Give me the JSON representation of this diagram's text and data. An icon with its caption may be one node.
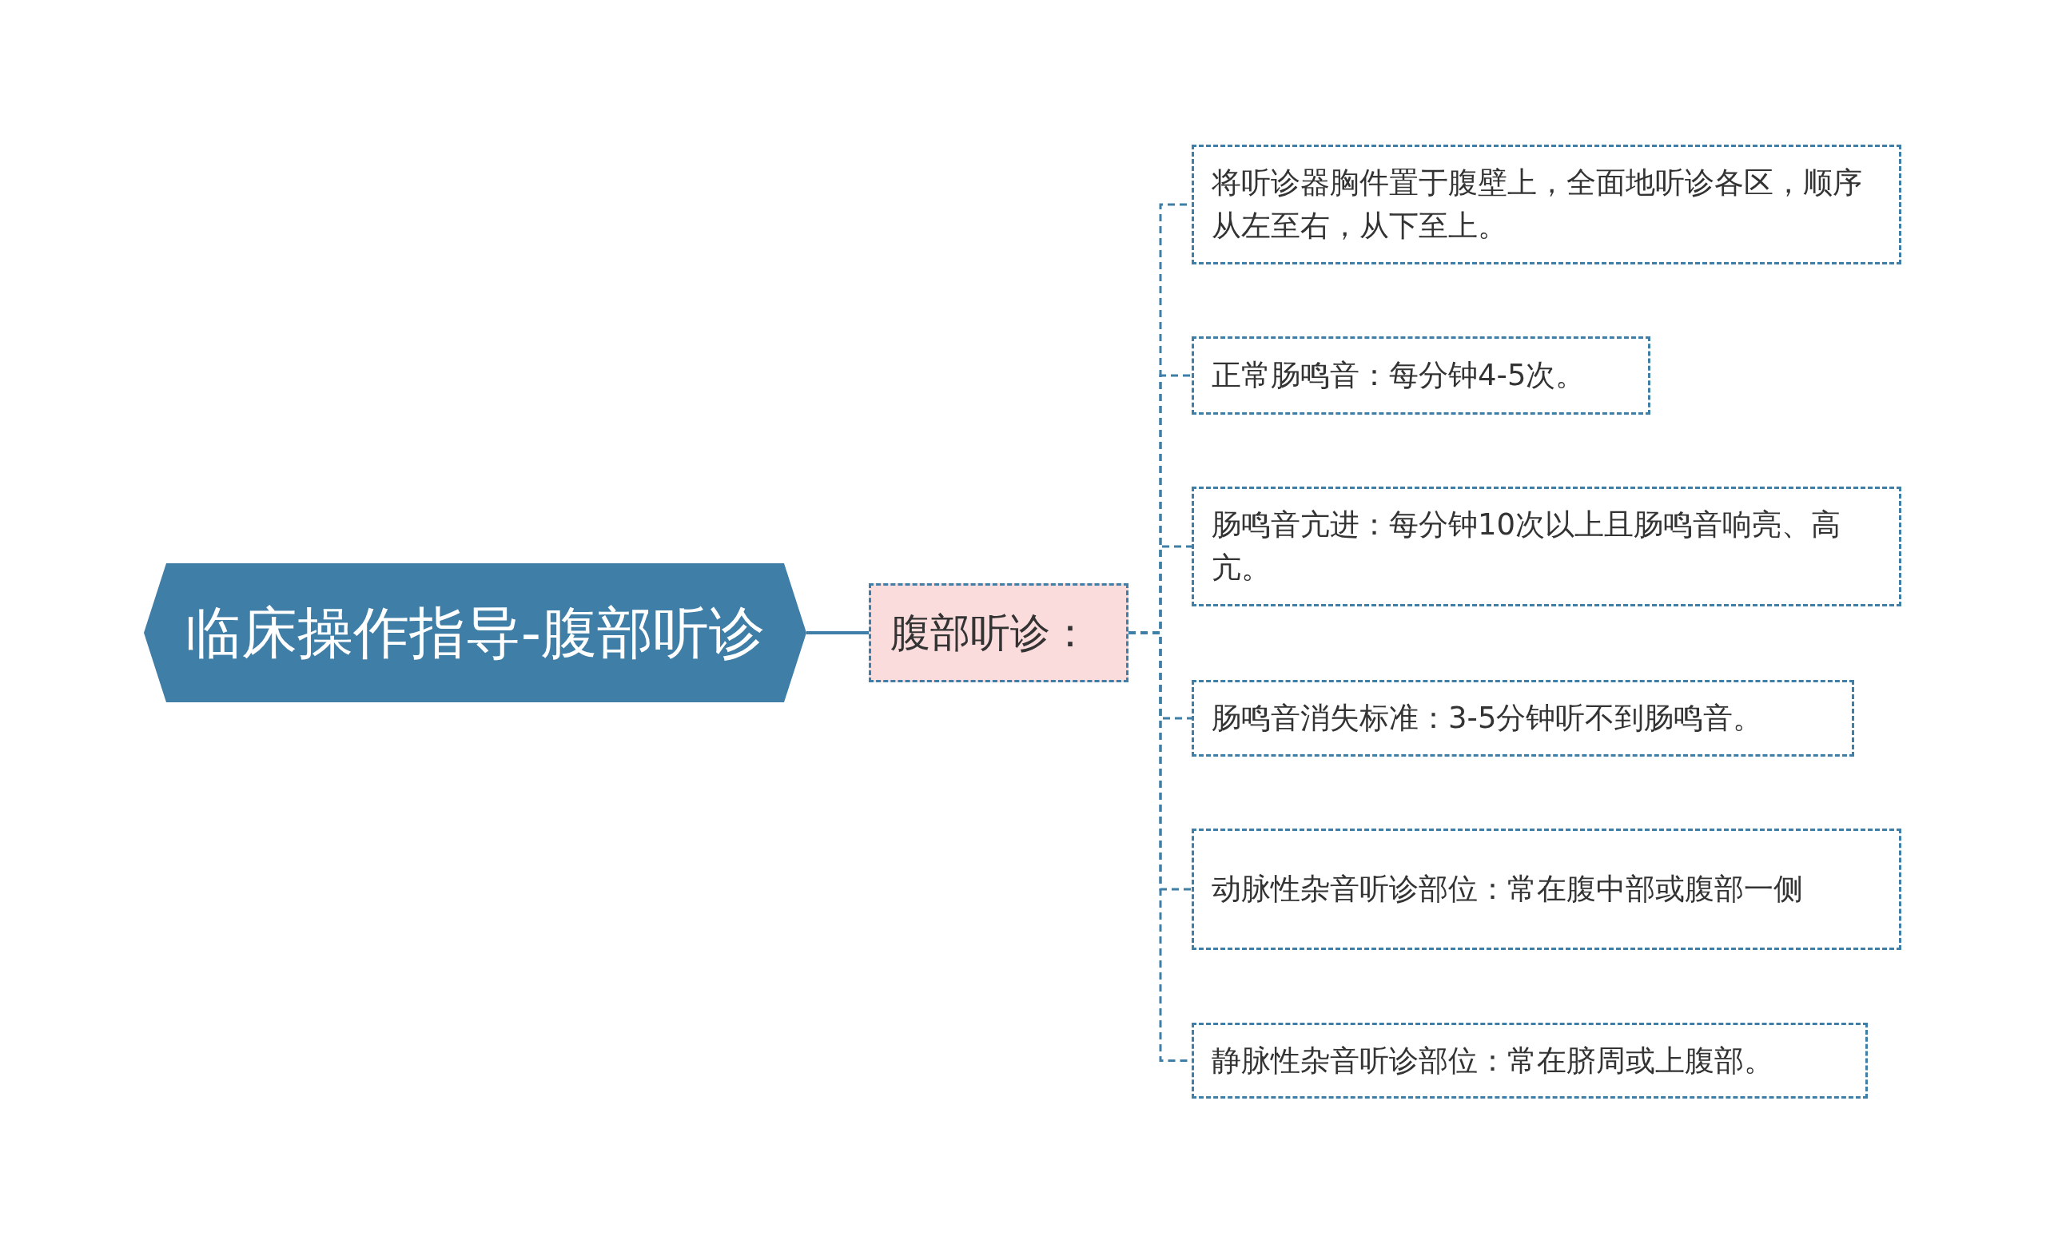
{
  "diagram": {
    "nodes": [
      {
        "text": [
          "临床操作指导-腹部听诊"
        ]
      },
      {
        "text": [
          "腹部听诊："
        ]
      },
      {
        "text": [
          "将听诊器胸件置于腹壁上，全面地听诊各区，顺序从左至右，从下至上。"
        ]
      },
      {
        "text": [
          "正常肠鸣音：每分钟4-5次。"
        ]
      },
      {
        "text": [
          "肠鸣音亢进：每分钟10次以上且肠鸣音响亮、高亢。"
        ]
      },
      {
        "text": [
          "肠鸣音消失标准：3-5分钟听不到肠鸣音。"
        ]
      },
      {
        "text": [
          "动脉性杂音听诊部位：常在腹中部或腹部一侧"
        ]
      },
      {
        "text": [
          "静脉性杂音听诊部位：常在脐周或上腹部。"
        ]
      }
    ],
    "edges": [
      {
        "from": 0,
        "to": 1,
        "arrow": "none"
      },
      {
        "from": 1,
        "to": 2,
        "arrow": "none",
        "style": "dashed"
      },
      {
        "from": 1,
        "to": 3,
        "arrow": "none",
        "style": "dashed"
      },
      {
        "from": 1,
        "to": 4,
        "arrow": "none",
        "style": "dashed"
      },
      {
        "from": 1,
        "to": 5,
        "arrow": "none",
        "style": "dashed"
      },
      {
        "from": 1,
        "to": 6,
        "arrow": "none",
        "style": "dashed"
      },
      {
        "from": 1,
        "to": 7,
        "arrow": "none",
        "style": "dashed"
      }
    ]
  }
}
